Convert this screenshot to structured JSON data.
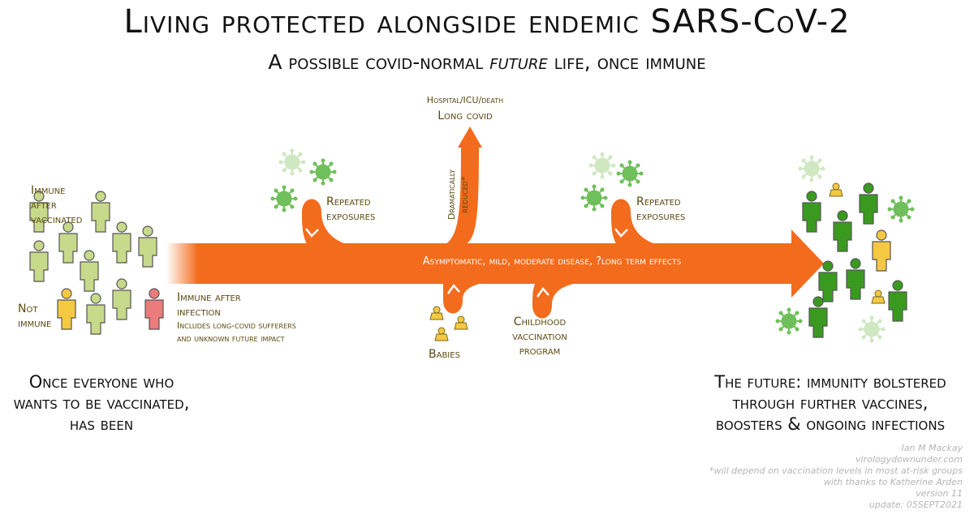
{
  "header": {
    "title": "Living protected alongside endemic SARS-CoV-2",
    "subtitle_prefix": "A possible covid-normal",
    "subtitle_emph": "future",
    "subtitle_suffix": "life, once immune"
  },
  "left_group": {
    "immune_after_vaccinated": [
      "Immune",
      "after",
      "vaccinated"
    ],
    "not_immune": [
      "Not",
      "immune"
    ],
    "immune_after_infection": [
      "Immune after",
      "infection"
    ],
    "infection_note": [
      "Includes long-covid sufferers",
      "and unknown future impact"
    ],
    "caption": [
      "Once everyone who",
      "wants to be vaccinated,",
      "has been"
    ]
  },
  "branches": {
    "outcome_top": "Hospital/ICU/death",
    "outcome_bottom": "Long covid",
    "reduced_label": [
      "Dramatically",
      "reduced*"
    ],
    "repeated_exposures_1": [
      "Repeated",
      "exposures"
    ],
    "repeated_exposures_2": [
      "Repeated",
      "exposures"
    ],
    "main_arrow_text": "Asymptomatic, mild, moderate disease, ?long term effects",
    "babies": "Babies",
    "childhood_program": [
      "Childhood",
      "vaccination",
      "program"
    ]
  },
  "right_group": {
    "caption": [
      "The future: immunity bolstered",
      "through further vaccines,",
      "boosters & ongoing infections"
    ]
  },
  "credits": [
    "Ian M Mackay",
    "virologydownunder.com",
    "*will depend on vaccination levels in most at-risk groups",
    "with thanks to Katherine Arden",
    "version 11",
    "update: 05SEPT2021"
  ],
  "colors": {
    "arrow": "#f36b1c",
    "vaccinated_figure": "#c7d98a",
    "not_immune_figure": "#f5c842",
    "infected_figure": "#ec7b7b",
    "future_figure": "#3a9a1f",
    "virus": "#6fbf5a",
    "label_text": "#5b4a12"
  },
  "icons": [
    "person-icon",
    "virus-icon",
    "baby-icon",
    "chevron-icon"
  ]
}
